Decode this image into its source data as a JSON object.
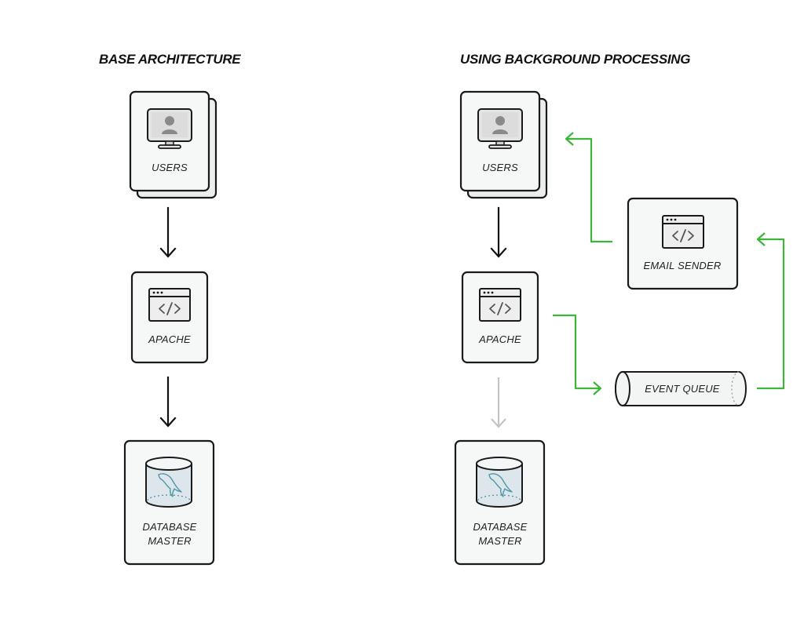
{
  "titles": {
    "base": "BASE ARCHITECTURE",
    "background": "USING BACKGROUND PROCESSING"
  },
  "base": {
    "users": "USERS",
    "apache": "APACHE",
    "database_line1": "DATABASE",
    "database_line2": "MASTER"
  },
  "background": {
    "users": "USERS",
    "apache": "APACHE",
    "database_line1": "DATABASE",
    "database_line2": "MASTER",
    "email_sender": "EMAIL SENDER",
    "event_queue": "EVENT QUEUE"
  },
  "icons": {
    "users": "monitor-user-icon",
    "apache": "code-window-icon",
    "database": "mysql-database-icon",
    "email_sender": "code-window-icon",
    "event_queue": "queue-cylinder-icon"
  },
  "colors": {
    "node_fill": "#f6f7f7",
    "stroke": "#1a1a1a",
    "green_flow": "#3db43a",
    "disabled_flow": "#c4c4c4",
    "database_fill": "#dde6ea",
    "dolphin": "#4d97a8"
  }
}
